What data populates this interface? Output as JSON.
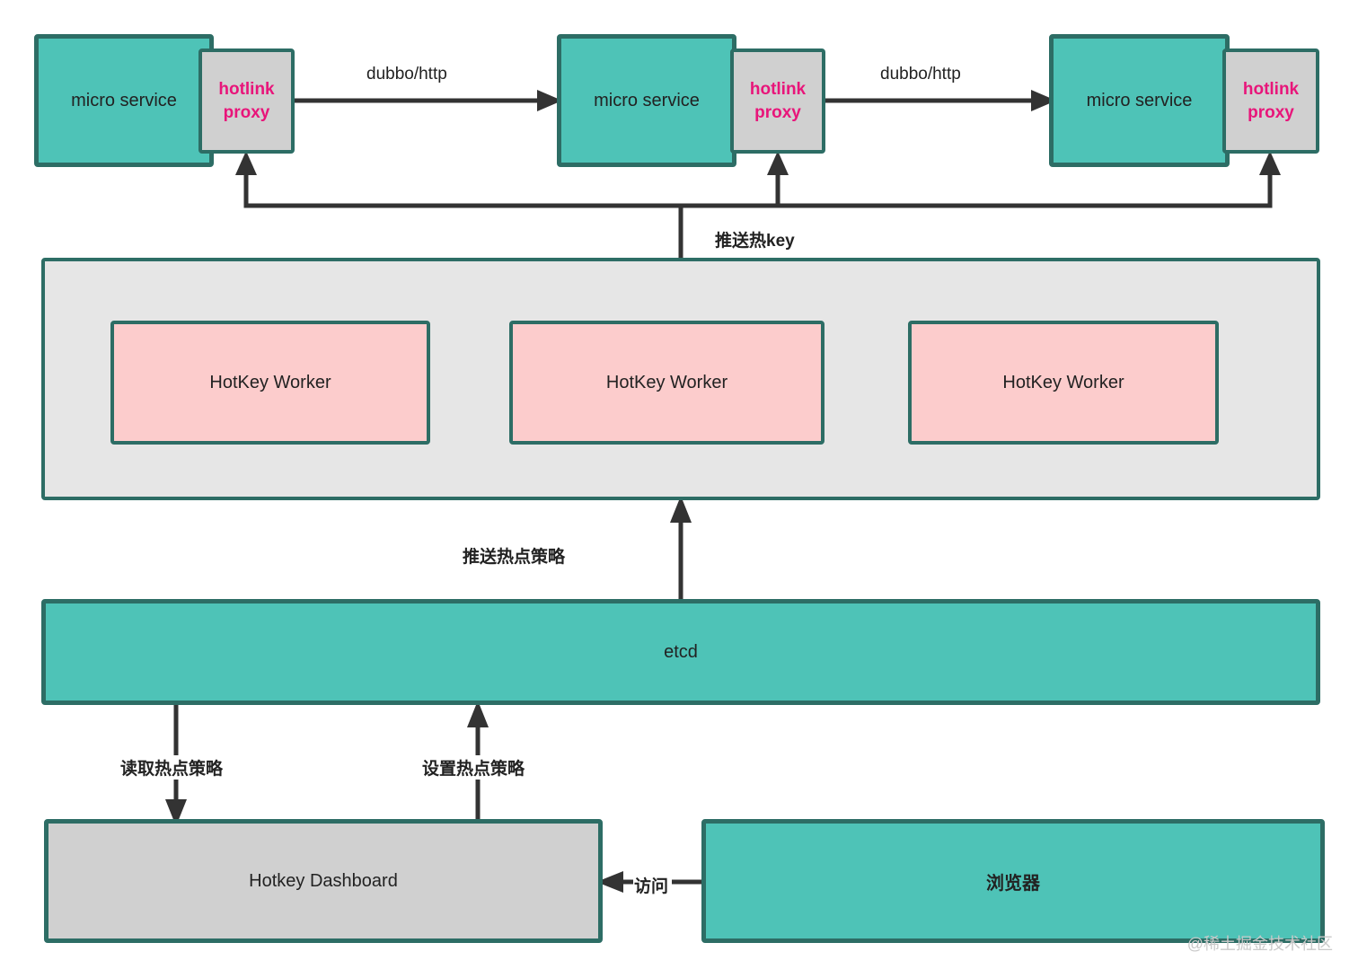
{
  "services": [
    {
      "service_label": "micro service",
      "proxy_line1": "hotlink",
      "proxy_line2": "proxy"
    },
    {
      "service_label": "micro service",
      "proxy_line1": "hotlink",
      "proxy_line2": "proxy"
    },
    {
      "service_label": "micro service",
      "proxy_line1": "hotlink",
      "proxy_line2": "proxy"
    }
  ],
  "edges": {
    "call_1": "dubbo/http",
    "call_2": "dubbo/http",
    "push_hotkey": "推送热key",
    "push_strategy": "推送热点策略",
    "read_strategy": "读取热点策略",
    "set_strategy": "设置热点策略",
    "visit": "访问"
  },
  "workers": [
    {
      "label": "HotKey Worker"
    },
    {
      "label": "HotKey Worker"
    },
    {
      "label": "HotKey Worker"
    }
  ],
  "etcd": {
    "label": "etcd"
  },
  "dashboard": {
    "label": "Hotkey Dashboard"
  },
  "browser": {
    "label": "浏览器"
  },
  "watermark": "@稀土掘金技术社区",
  "colors": {
    "service_fill": "#4ec3b7",
    "border": "#2d6d65",
    "proxy_fill": "#d0d0d0",
    "proxy_text": "#e8157a",
    "worker_fill": "#fccccc",
    "panel_fill": "#e6e6e6",
    "line": "#333333"
  }
}
